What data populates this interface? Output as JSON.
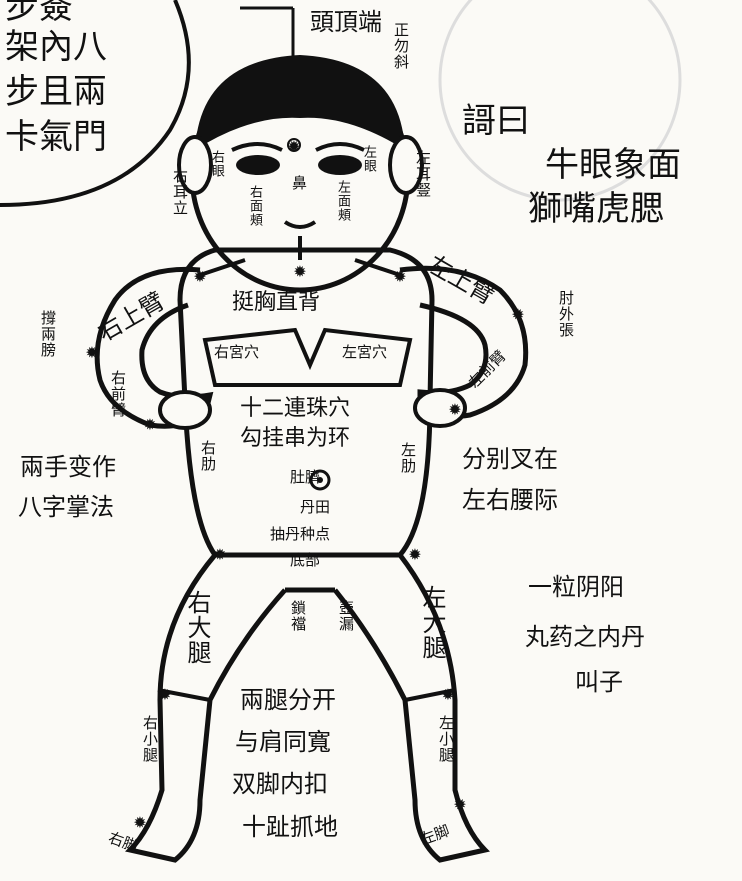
{
  "top_left_box": [
    "步簽",
    "架內八",
    "步且兩",
    "卡氣門"
  ],
  "head_label": "頭頂端",
  "head_note": "正勿斜",
  "face": {
    "right_eye": "右眼",
    "left_eye": "左眼",
    "nose": "鼻",
    "right_cheek": "右面頰",
    "left_cheek": "左面頰",
    "right_ear": "右耳立",
    "left_ear": "左耳豎"
  },
  "saying": {
    "title": "謌曰",
    "line1": "牛眼象面",
    "line2": "獅嘴虎腮"
  },
  "arms": {
    "right_upper_arm": "右上臂",
    "left_upper_arm": "左上臂",
    "right_forearm": "右前臂",
    "left_forearm": "左前臂",
    "support_ribs": "撐兩膀",
    "elbow_out": "肘外張"
  },
  "chest": {
    "title": "挺胸直背",
    "right_point": "右宮穴",
    "left_point": "左宮穴"
  },
  "torso": {
    "line1": "十二連珠穴",
    "line2": "勾挂串为环",
    "right_rib": "右肋",
    "left_rib": "左肋",
    "navel_row1": "肚臍",
    "navel_row2": "丹田",
    "navel_row3": "抽丹种点",
    "navel_row4": "底部"
  },
  "left_note": [
    "兩手变作",
    "八字掌法"
  ],
  "right_note": [
    "分别叉在",
    "左右腰际"
  ],
  "pill_note": [
    "一粒阴阳",
    "丸药之内丹",
    "叫子"
  ],
  "legs": {
    "right_thigh": "右大腿",
    "left_thigh": "左大腿",
    "crotch_right": "鎖襠",
    "crotch_left": "壺漏",
    "right_calf": "右小腿",
    "left_calf": "左小腿",
    "right_foot": "右脚",
    "left_foot": "左脚"
  },
  "stance": [
    "兩腿分开",
    "与肩同寬",
    "双脚内扣",
    "十趾抓地"
  ]
}
